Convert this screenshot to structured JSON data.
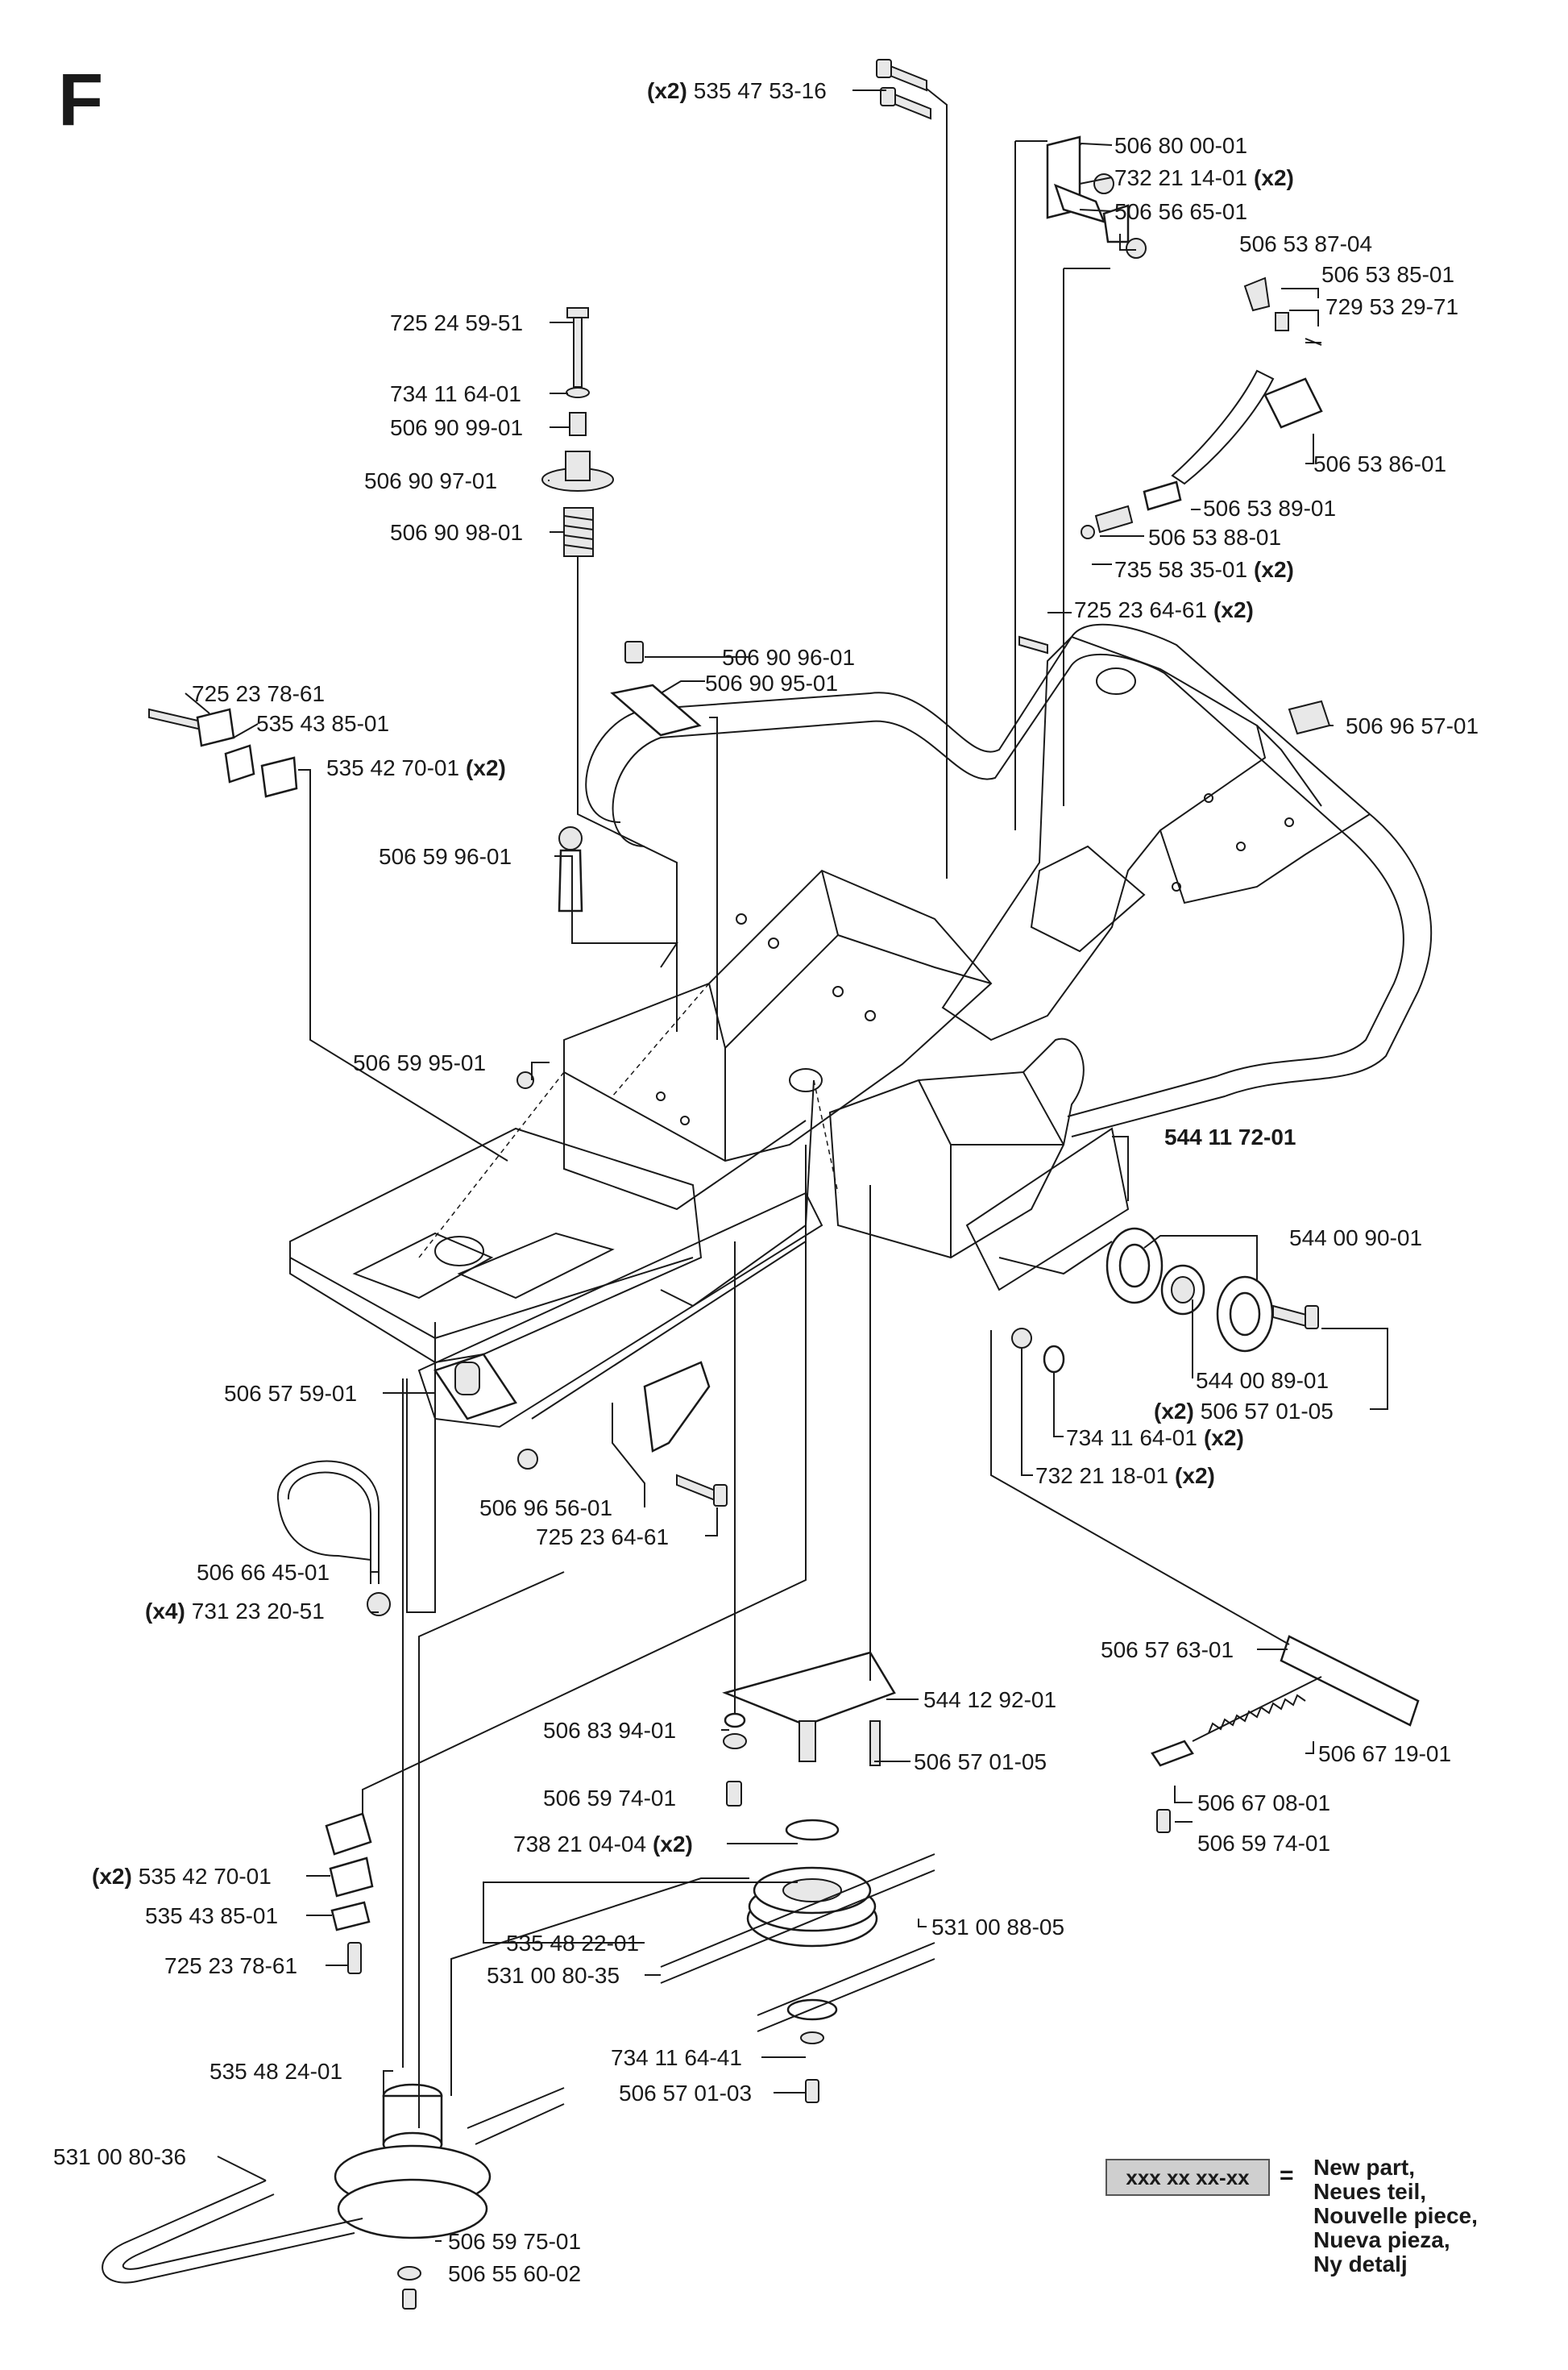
{
  "section_letter": "F",
  "legend": {
    "box_text": "xxx xx xx-xx",
    "equals": "=",
    "lines": [
      "New part,",
      "Neues teil,",
      "Nouvelle piece,",
      "Nueva pieza,",
      "Ny detalj"
    ]
  },
  "callouts": [
    {
      "pn": "535 47 53-16",
      "qty": "(x2)"
    },
    {
      "pn": "506 80 00-01",
      "qty": ""
    },
    {
      "pn": "732 21 14-01",
      "qty": "(x2)"
    },
    {
      "pn": "506 56 65-01",
      "qty": ""
    },
    {
      "pn": "506 53 87-04",
      "qty": ""
    },
    {
      "pn": "506 53 85-01",
      "qty": ""
    },
    {
      "pn": "729 53 29-71",
      "qty": ""
    },
    {
      "pn": "506 53 86-01",
      "qty": ""
    },
    {
      "pn": "506 53 89-01",
      "qty": ""
    },
    {
      "pn": "506 53 88-01",
      "qty": ""
    },
    {
      "pn": "735 58 35-01",
      "qty": "(x2)"
    },
    {
      "pn": "725 23 64-61",
      "qty": "(x2)"
    },
    {
      "pn": "725 24 59-51",
      "qty": ""
    },
    {
      "pn": "734 11 64-01",
      "qty": ""
    },
    {
      "pn": "506 90 99-01",
      "qty": ""
    },
    {
      "pn": "506 90 97-01",
      "qty": ""
    },
    {
      "pn": "506 90 98-01",
      "qty": ""
    },
    {
      "pn": "506 90 96-01",
      "qty": ""
    },
    {
      "pn": "506 90 95-01",
      "qty": ""
    },
    {
      "pn": "506 96 57-01",
      "qty": ""
    },
    {
      "pn": "725 23 78-61",
      "qty": ""
    },
    {
      "pn": "535 43 85-01",
      "qty": ""
    },
    {
      "pn": "535 42 70-01",
      "qty": "(x2)"
    },
    {
      "pn": "506 59 96-01",
      "qty": ""
    },
    {
      "pn": "506 59 95-01",
      "qty": ""
    },
    {
      "pn": "544 11 72-01",
      "qty": "",
      "new": true
    },
    {
      "pn": "544 00 90-01",
      "qty": ""
    },
    {
      "pn": "544 00 89-01",
      "qty": ""
    },
    {
      "pn": "506 57 01-05",
      "qty": "(x2)"
    },
    {
      "pn": "734 11 64-01",
      "qty": "(x2)"
    },
    {
      "pn": "732 21 18-01",
      "qty": "(x2)"
    },
    {
      "pn": "506 57 59-01",
      "qty": ""
    },
    {
      "pn": "506 96 56-01",
      "qty": ""
    },
    {
      "pn": "725 23 64-61",
      "qty": ""
    },
    {
      "pn": "506 66 45-01",
      "qty": ""
    },
    {
      "pn": "731 23 20-51",
      "qty": "(x4)"
    },
    {
      "pn": "506 57 63-01",
      "qty": ""
    },
    {
      "pn": "544 12 92-01",
      "qty": ""
    },
    {
      "pn": "506 83 94-01",
      "qty": ""
    },
    {
      "pn": "506 57 01-05",
      "qty": ""
    },
    {
      "pn": "506 67 19-01",
      "qty": ""
    },
    {
      "pn": "506 59 74-01",
      "qty": ""
    },
    {
      "pn": "506 67 08-01",
      "qty": ""
    },
    {
      "pn": "506 59 74-01",
      "qty": ""
    },
    {
      "pn": "738 21 04-04",
      "qty": "(x2)"
    },
    {
      "pn": "535 42 70-01",
      "qty": "(x2)"
    },
    {
      "pn": "535 43 85-01",
      "qty": ""
    },
    {
      "pn": "535 48 22-01",
      "qty": ""
    },
    {
      "pn": "531 00 88-05",
      "qty": ""
    },
    {
      "pn": "725 23 78-61",
      "qty": ""
    },
    {
      "pn": "531 00 80-35",
      "qty": ""
    },
    {
      "pn": "734 11 64-41",
      "qty": ""
    },
    {
      "pn": "506 57 01-03",
      "qty": ""
    },
    {
      "pn": "535 48 24-01",
      "qty": ""
    },
    {
      "pn": "531 00 80-36",
      "qty": ""
    },
    {
      "pn": "506 59 75-01",
      "qty": ""
    },
    {
      "pn": "506 55 60-02",
      "qty": ""
    }
  ]
}
